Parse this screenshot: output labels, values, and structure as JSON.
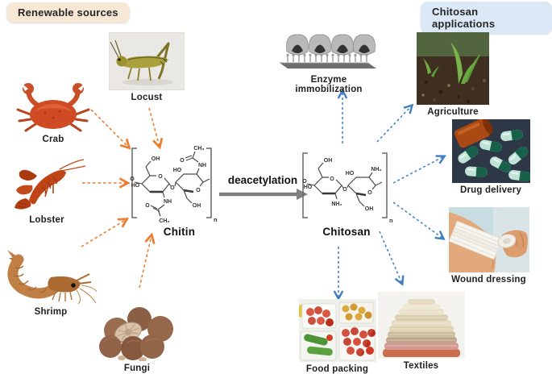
{
  "headers": {
    "renewable": "Renewable sources",
    "applications": "Chitosan applications"
  },
  "process": {
    "arrow_label": "deacetylation"
  },
  "molecules": {
    "chitin": {
      "name": "Chitin",
      "subscript": "n",
      "oh": "OH",
      "ho": "HO",
      "nh": "NH",
      "o": "O",
      "ch3": "CH₃"
    },
    "chitosan": {
      "name": "Chitosan",
      "subscript": "n",
      "oh": "OH",
      "ho": "HO",
      "nh2": "NH₂",
      "o": "O"
    }
  },
  "sources": {
    "items": [
      {
        "label": "Crab",
        "image": "crab-photo"
      },
      {
        "label": "Locust",
        "image": "locust-photo"
      },
      {
        "label": "Lobster",
        "image": "lobster-photo"
      },
      {
        "label": "Shrimp",
        "image": "shrimp-photo"
      },
      {
        "label": "Fungi",
        "image": "fungi-photo"
      }
    ]
  },
  "applications": {
    "items": [
      {
        "label": "Enzyme immobilization",
        "image": "enzyme-immobilization-icon"
      },
      {
        "label": "Agriculture",
        "image": "agriculture-photo"
      },
      {
        "label": "Drug delivery",
        "image": "drug-delivery-photo"
      },
      {
        "label": "Wound dressing",
        "image": "wound-dressing-photo"
      },
      {
        "label": "Food packing",
        "image": "food-packing-photo"
      },
      {
        "label": "Textiles",
        "image": "textiles-photo"
      }
    ]
  },
  "colors": {
    "source_arrow": "#ED7D31",
    "application_arrow": "#3E7EC1",
    "process_arrow": "#7F7F7F",
    "renewable_badge_bg": "#F7E7D5",
    "applications_badge_bg": "#DBE9F6"
  }
}
